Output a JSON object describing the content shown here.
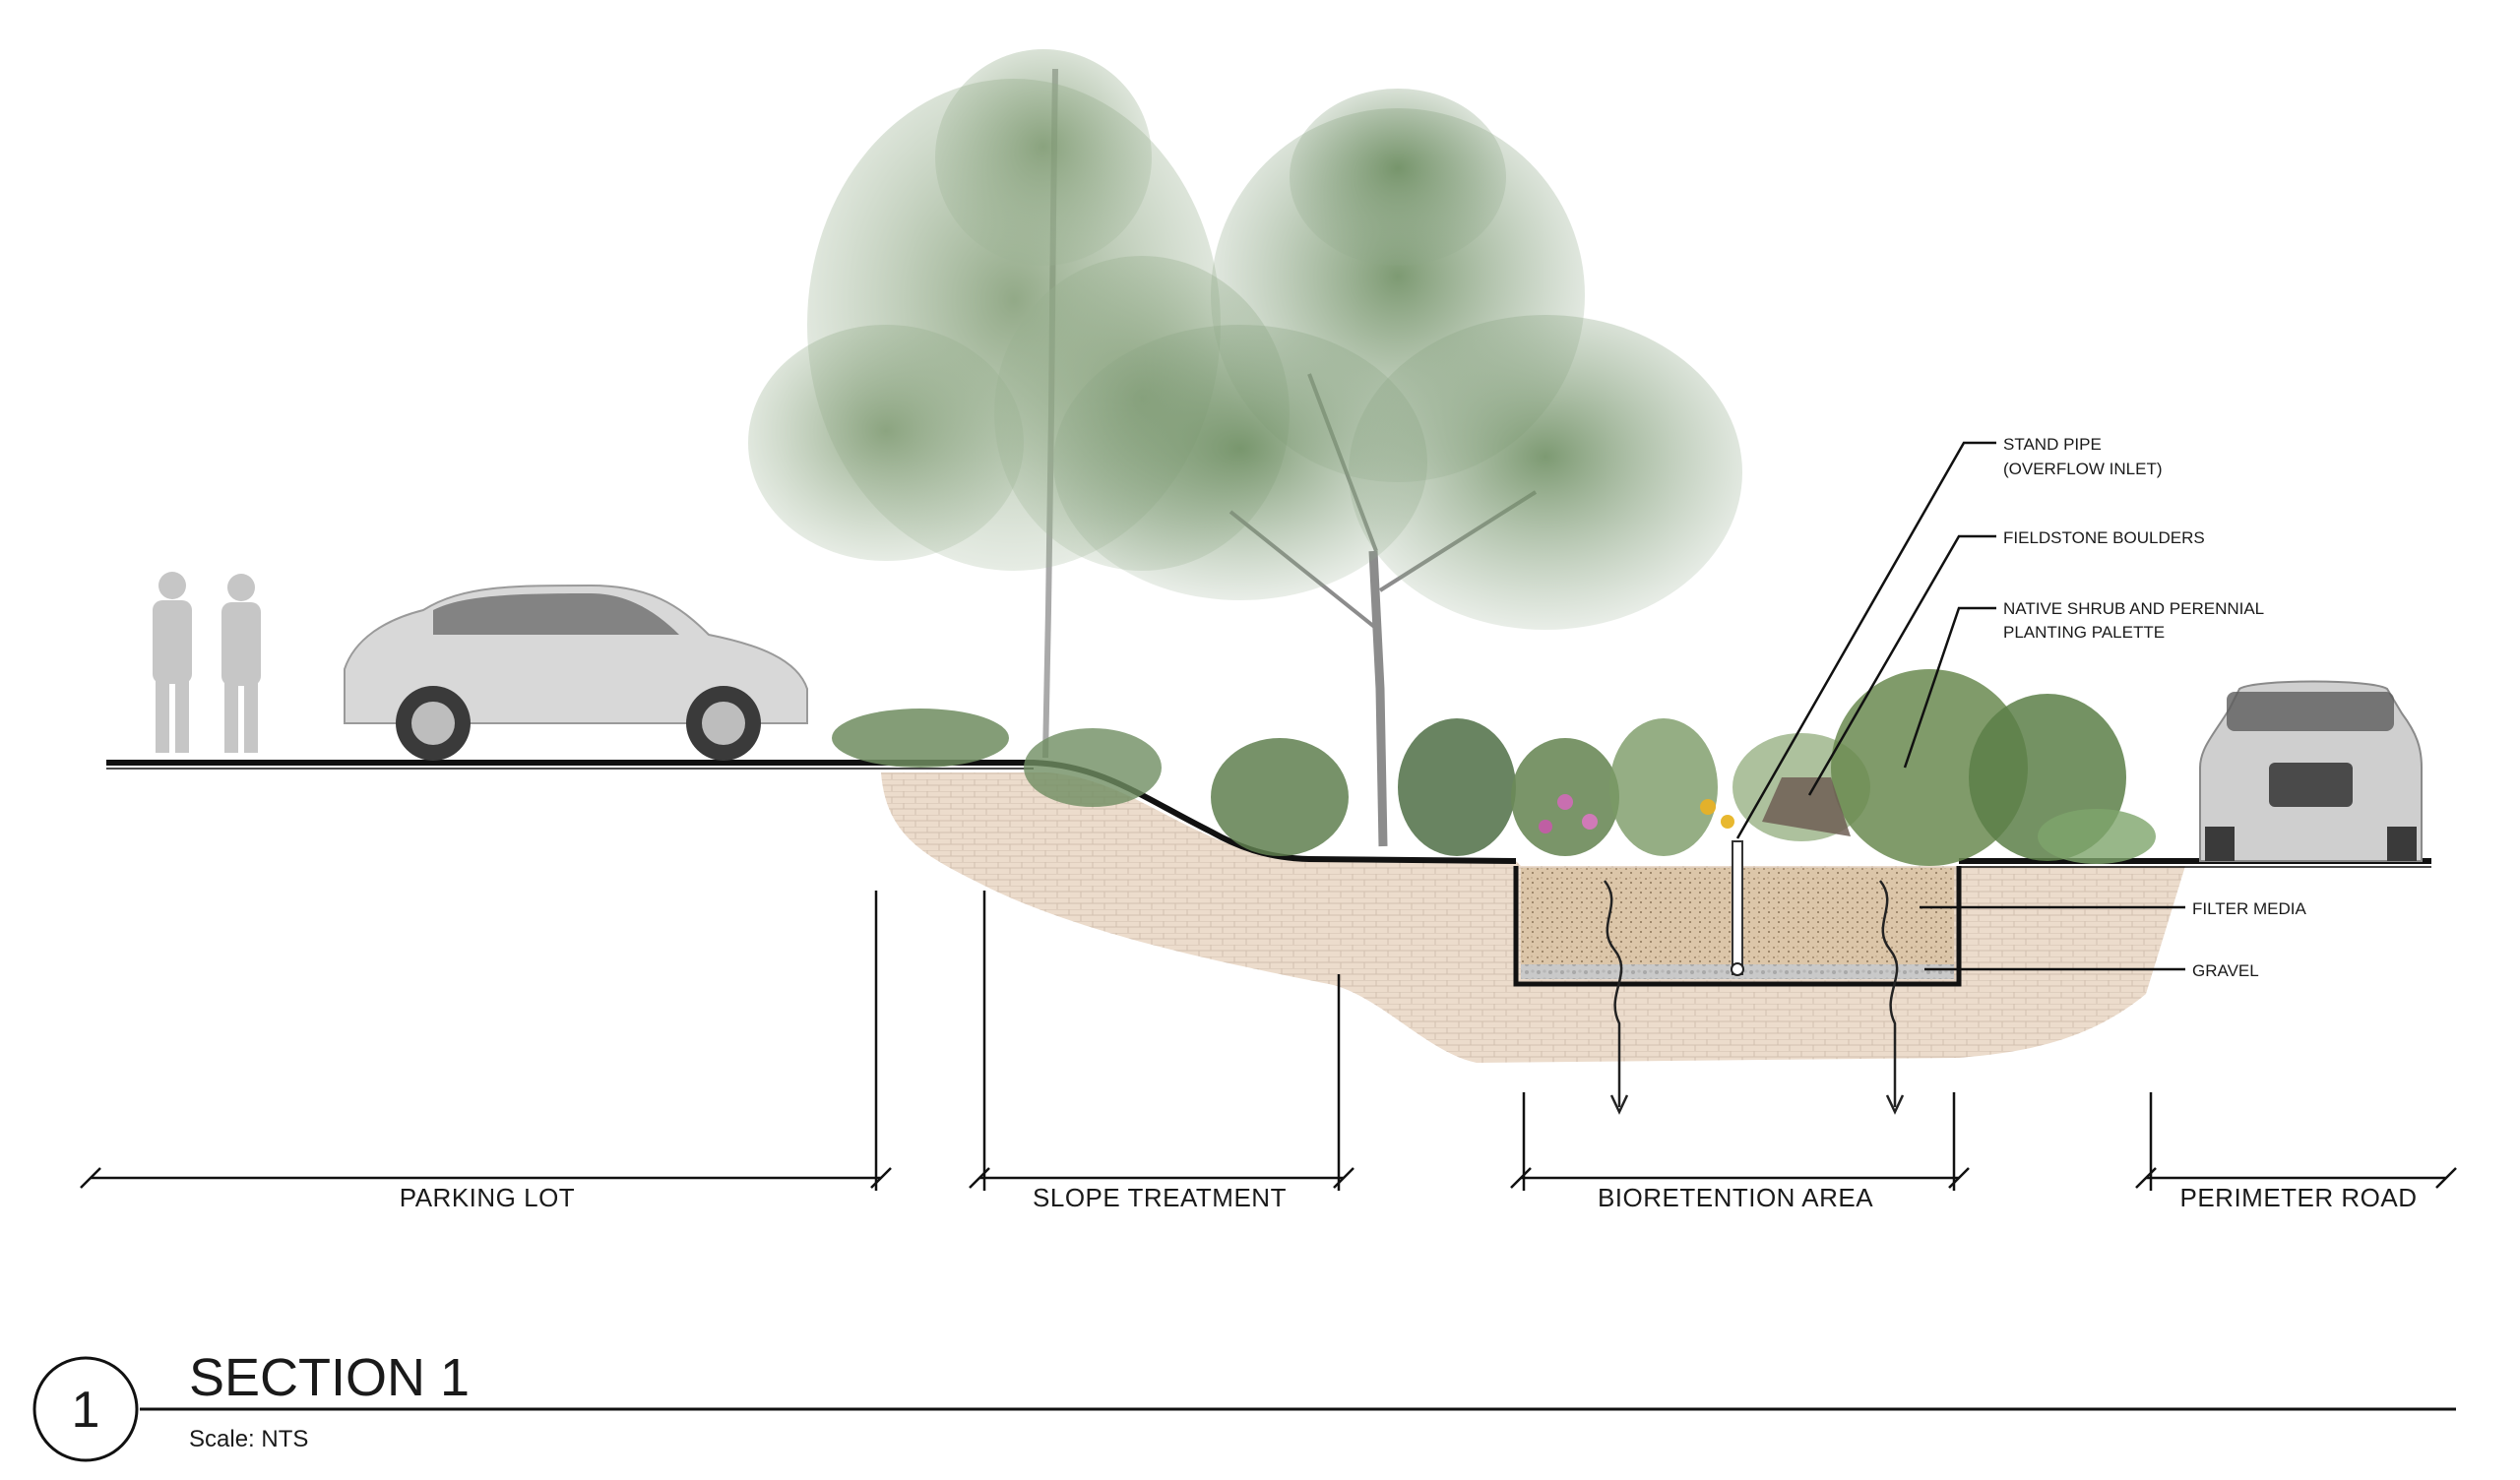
{
  "drawing": {
    "title": "SECTION 1",
    "scale": "Scale: NTS",
    "section_number": "1"
  },
  "zones": [
    {
      "id": "parking-lot",
      "label": "PARKING LOT"
    },
    {
      "id": "slope-treatment",
      "label": "SLOPE TREATMENT"
    },
    {
      "id": "bioretention-area",
      "label": "BIORETENTION AREA"
    },
    {
      "id": "perimeter-road",
      "label": "PERIMETER ROAD"
    }
  ],
  "callouts": {
    "stand_pipe": [
      "STAND PIPE",
      "(OVERFLOW INLET)"
    ],
    "boulders": [
      "FIELDSTONE BOULDERS"
    ],
    "planting": [
      "NATIVE SHRUB AND PERENNIAL",
      "PLANTING PALETTE"
    ],
    "filter_media": [
      "FILTER MEDIA"
    ],
    "gravel": [
      "GRAVEL"
    ]
  },
  "colors": {
    "soil": "#e7d2bf",
    "filter_media": "#d9c3a6",
    "gravel": "#bfbfbf",
    "foliage_dark": "#5f7f4f",
    "foliage_light": "#8fa889",
    "line": "#111111"
  }
}
